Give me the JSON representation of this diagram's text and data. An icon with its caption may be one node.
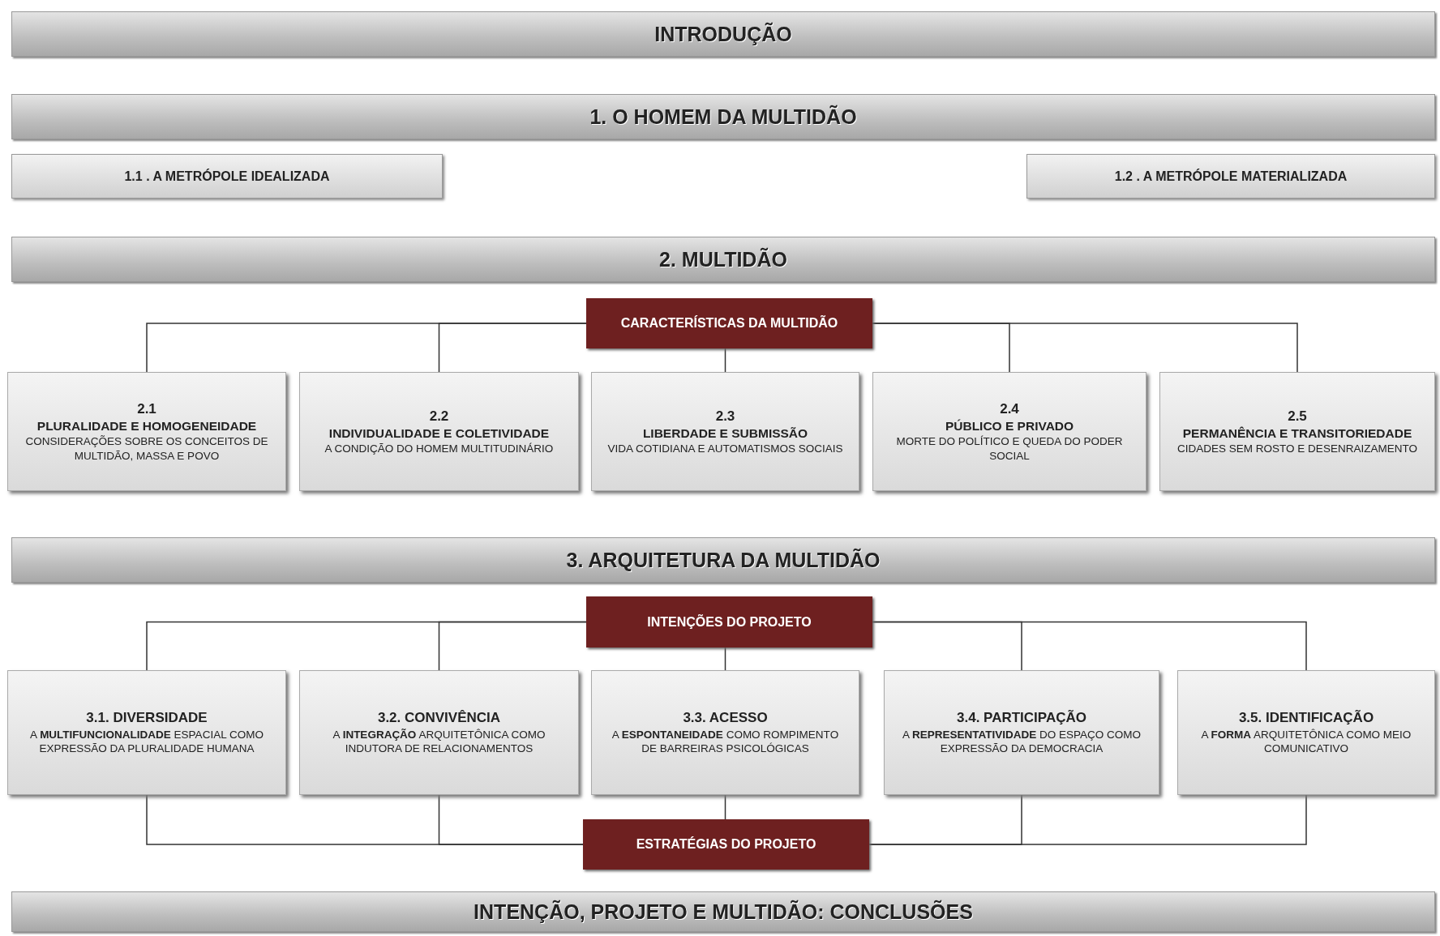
{
  "diagram": {
    "nodes": [
      {
        "text": [
          "INTRODUÇÃO"
        ]
      },
      {
        "text": [
          "1. O HOMEM DA MULTIDÃO"
        ]
      },
      {
        "text": [
          "1.1 . A METRÓPOLE IDEALIZADA"
        ]
      },
      {
        "text": [
          "1.2 . A METRÓPOLE MATERIALIZADA"
        ]
      },
      {
        "text": [
          "2. MULTIDÃO"
        ]
      },
      {
        "text": [
          "CARACTERÍSTICAS DA MULTIDÃO"
        ]
      },
      {
        "text": [
          "2.1",
          "PLURALIDADE E HOMOGENEIDADE",
          "CONSIDERAÇÕES SOBRE OS CONCEITOS DE MULTIDÃO, MASSA E POVO"
        ]
      },
      {
        "text": [
          "2.2",
          "INDIVIDUALIDADE E COLETIVIDADE",
          "A CONDIÇÃO DO HOMEM MULTITUDINÁRIO"
        ]
      },
      {
        "text": [
          "2.3",
          "LIBERDADE E SUBMISSÃO",
          "VIDA COTIDIANA E AUTOMATISMOS SOCIAIS"
        ]
      },
      {
        "text": [
          "2.4",
          "PÚBLICO E PRIVADO",
          "MORTE DO POLÍTICO E QUEDA DO PODER SOCIAL"
        ]
      },
      {
        "text": [
          "2.5",
          "PERMANÊNCIA E TRANSITORIEDADE",
          "CIDADES SEM ROSTO E DESENRAIZAMENTO"
        ]
      },
      {
        "text": [
          "3. ARQUITETURA DA MULTIDÃO"
        ]
      },
      {
        "text": [
          "INTENÇÕES DO PROJETO"
        ]
      },
      {
        "text": [
          "3.1. DIVERSIDADE",
          "A **MULTIFUNCIONALIDADE** ESPACIAL COMO EXPRESSÃO DA PLURALIDADE HUMANA"
        ]
      },
      {
        "text": [
          "3.2. CONVIVÊNCIA",
          "A **INTEGRAÇÃO** ARQUITETÔNICA COMO INDUTORA DE RELACIONAMENTOS"
        ]
      },
      {
        "text": [
          "3.3. ACESSO",
          "A **ESPONTANEIDADE** COMO ROMPIMENTO DE BARREIRAS PSICOLÓGICAS"
        ]
      },
      {
        "text": [
          "3.4. PARTICIPAÇÃO",
          "A **REPRESENTATIVIDADE** DO ESPAÇO COMO EXPRESSÃO DA DEMOCRACIA"
        ]
      },
      {
        "text": [
          "3.5. IDENTIFICAÇÃO",
          "A **FORMA** ARQUITETÔNICA COMO MEIO COMUNICATIVO"
        ]
      },
      {
        "text": [
          "ESTRATÉGIAS DO PROJETO"
        ]
      },
      {
        "text": [
          "INTENÇÃO, PROJETO E MULTIDÃO: CONCLUSÕES"
        ]
      }
    ],
    "edges": [
      {
        "from": 5,
        "to": 6,
        "arrow": "none"
      },
      {
        "from": 5,
        "to": 7,
        "arrow": "none"
      },
      {
        "from": 5,
        "to": 8,
        "arrow": "none"
      },
      {
        "from": 5,
        "to": 9,
        "arrow": "none"
      },
      {
        "from": 5,
        "to": 10,
        "arrow": "none"
      },
      {
        "from": 12,
        "to": 13,
        "arrow": "none"
      },
      {
        "from": 12,
        "to": 14,
        "arrow": "none"
      },
      {
        "from": 12,
        "to": 15,
        "arrow": "none"
      },
      {
        "from": 12,
        "to": 16,
        "arrow": "none"
      },
      {
        "from": 12,
        "to": 17,
        "arrow": "none"
      },
      {
        "from": 13,
        "to": 18,
        "arrow": "none"
      },
      {
        "from": 14,
        "to": 18,
        "arrow": "none"
      },
      {
        "from": 15,
        "to": 18,
        "arrow": "none"
      },
      {
        "from": 16,
        "to": 18,
        "arrow": "none"
      },
      {
        "from": 17,
        "to": 18,
        "arrow": "none"
      }
    ]
  }
}
